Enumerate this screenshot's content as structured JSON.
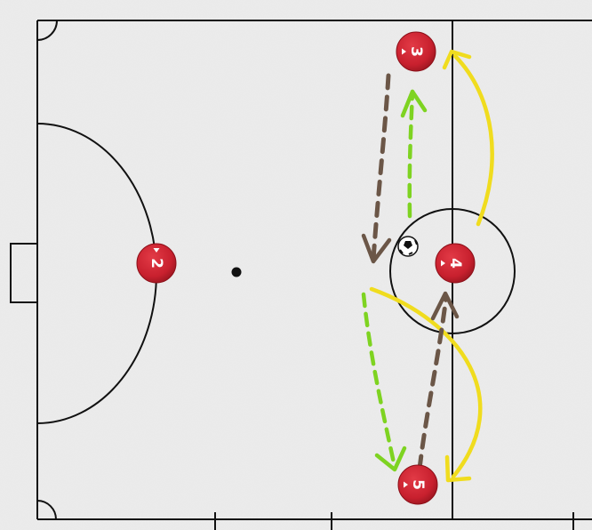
{
  "diagram": {
    "players": [
      {
        "number": "3",
        "color": "#c8202e"
      },
      {
        "number": "2",
        "color": "#c8202e"
      },
      {
        "number": "4",
        "color": "#c8202e"
      },
      {
        "number": "5",
        "color": "#c8202e"
      }
    ],
    "colors": {
      "field_background": "#ececec",
      "field_lines": "#111111",
      "dribble_arrow": "#6b5647",
      "pass_arrow": "#7ed321",
      "run_arrow": "#f0dc1e",
      "player_fill": "#c8202e"
    },
    "icons": [
      "ball-icon",
      "penalty-spot"
    ]
  }
}
